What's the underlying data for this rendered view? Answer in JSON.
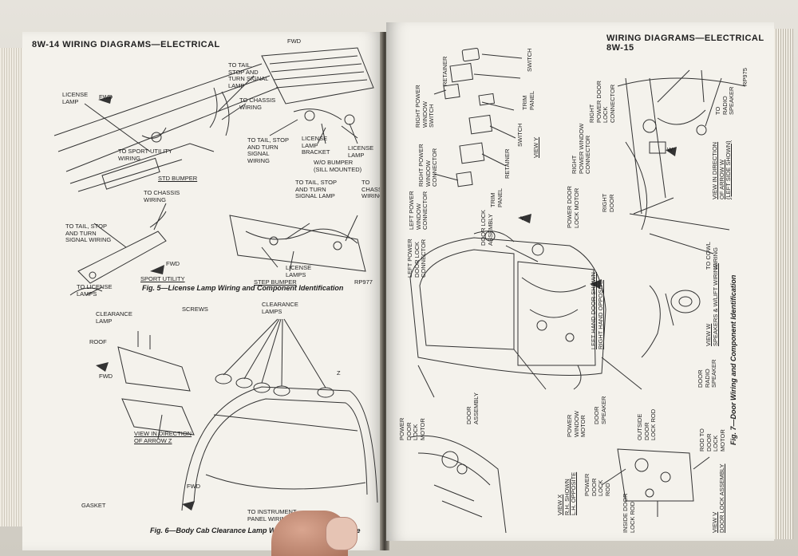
{
  "left_page": {
    "header": "8W-14   WIRING DIAGRAMS—ELECTRICAL",
    "labels": {
      "license_lamp": "LICENSE\nLAMP",
      "fwd1": "FWD",
      "tail_stop_turn_lamp": "TO TAIL,\nSTOP AND\nTURN SIGNAL\nLAMP",
      "chassis_wiring1": "TO CHASSIS\nWIRING",
      "fwd2": "FWD",
      "tail_stop_turn_wiring1": "TO TAIL, STOP\nAND TURN\nSIGNAL\nWIRING",
      "license_lamp_bracket": "LICENSE\nLAMP\nBRACKET",
      "license_lamp2": "LICENSE\nLAMP",
      "sport_utility_wiring": "TO SPORT UTILITY\nWIRING",
      "std_bumper": "STD BUMPER",
      "wo_bumper": "W/O BUMPER\n(SILL MOUNTED)",
      "chassis_wiring2": "TO CHASSIS\nWIRING",
      "tail_stop_turn_lamp2": "TO TAIL, STOP\nAND TURN\nSIGNAL LAMP",
      "chassis_wiring3": "TO\nCHASSIS\nWIRING",
      "tail_stop_turn_wiring2": "TO TAIL, STOP\nAND TURN\nSIGNAL WIRING",
      "fwd3": "FWD",
      "license_lamps_bottom": "TO LICENSE\nLAMPS",
      "sport_utility": "SPORT UTILITY",
      "license_lamps2": "LICENSE\nLAMPS",
      "step_bumper": "STEP BUMPER",
      "rp_code": "RP977",
      "clearance_lamp": "CLEARANCE\nLAMP",
      "screws": "SCREWS",
      "roof": "ROOF",
      "fwd4": "FWD",
      "clearance_lamps": "CLEARANCE\nLAMPS",
      "view_z": "VIEW IN DIRECTION\nOF ARROW Z",
      "gasket": "GASKET",
      "fwd5": "FWD",
      "instrument_panel": "TO INSTRUMENT\nPANEL WIRING",
      "z_arrow": "Z"
    },
    "fig5_caption": "Fig. 5—License Lamp Wiring and Component Identification",
    "fig6_caption": "Fig. 6—Body Cab Clearance Lamp Wiring and Component Ide"
  },
  "right_page": {
    "header": "WIRING DIAGRAMS—ELECTRICAL   8W-15",
    "labels": {
      "switch1": "SWITCH",
      "retainer1": "RETAINER",
      "trim_panel1": "TRIM\nPANEL",
      "rp_window_switch": "RIGHT POWER\nWINDOW\nSWITCH",
      "rp_window_connector": "RIGHT POWER\nWINDOW\nCONNECTOR",
      "switch2": "SWITCH",
      "retainer2": "RETAINER",
      "view_y": "VIEW Y",
      "trim_panel2": "TRIM\nPANEL",
      "lp_window_connector": "LEFT POWER\nWINDOW\nCONNECTOR",
      "lp_doorlock_connector": "LEFT POWER\nDOOR LOCK\nCONNECTOR",
      "door_lock_assembly": "DOOR LOCK\nASSEMBLY",
      "power_door_lock_motor": "POWER DOOR\nLOCK MOTOR",
      "rp_doorlock_connector": "RIGHT\nPOWER DOOR\nLOCK\nCONNECTOR",
      "rp_window_conn2": "RIGHT\nPOWER WINDOW\nCONNECTOR",
      "right_door": "RIGHT\nDOOR",
      "radio_speaker": "TO\nRADIO\nSPEAKER",
      "rp_code2": "RP975",
      "view_w_dir": "VIEW IN DIRECTION\nOF ARROW W\n(LEFT SIDE SHOWN)",
      "cowl_wiring": "TO COWL\nWIRING",
      "left_hand_door": "LEFT HAND DOOR SHOWN\nRIGHT HAND OPPOSITE",
      "view_w_speakers": "VIEW W\nSPEAKERS & W/LIFT WIRING",
      "door_radio_speaker": "DOOR\nRADIO\nSPEAKER",
      "power_door_lock_motor2": "POWER\nDOOR\nLOCK\nMOTOR",
      "door_assembly": "DOOR\nASSEMBLY",
      "power_window_motor": "POWER\nWINDOW\nMOTOR",
      "door_speaker": "DOOR\nSPEAKER",
      "outside_door_lock_rod": "OUTSIDE\nDOOR\nLOCK ROD",
      "rod_to_door_lock_motor": "ROD TO\nDOOR\nLOCK\nMOTOR",
      "view_x": "VIEW X\nR.H. SHOWN\nL.H. OPPOSITE",
      "power_door_lock_rod": "POWER\nDOOR\nLOCK\nROD",
      "inside_door_lock_rod": "INSIDE DOOR\nLOCK ROD",
      "view_v": "VIEW V\nDOOR LOCK ASSEMBLY",
      "arrow_w": "W",
      "arrow_y": "Y",
      "arrow_v": "V"
    },
    "fig7_caption": "Fig. 7—Door Wiring and Component Identification"
  }
}
